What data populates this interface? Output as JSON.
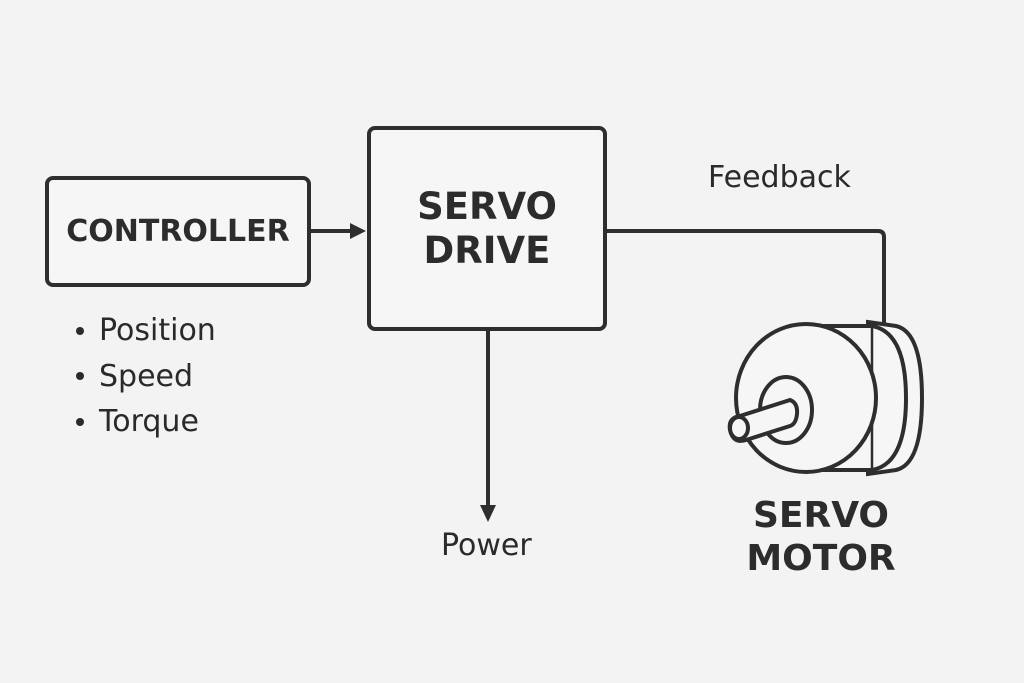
{
  "diagram": {
    "controller": {
      "label": "CONTROLLER"
    },
    "drive": {
      "line1": "SERVO",
      "line2": "DRIVE"
    },
    "controller_params": [
      "Position",
      "Speed",
      "Torque"
    ],
    "feedback_label": "Feedback",
    "power_label": "Power",
    "motor": {
      "line1": "SERVO",
      "line2": "MOTOR"
    },
    "colors": {
      "background": "#f3f3f3",
      "stroke": "#2e2e2e",
      "text": "#2a2a2a"
    }
  }
}
